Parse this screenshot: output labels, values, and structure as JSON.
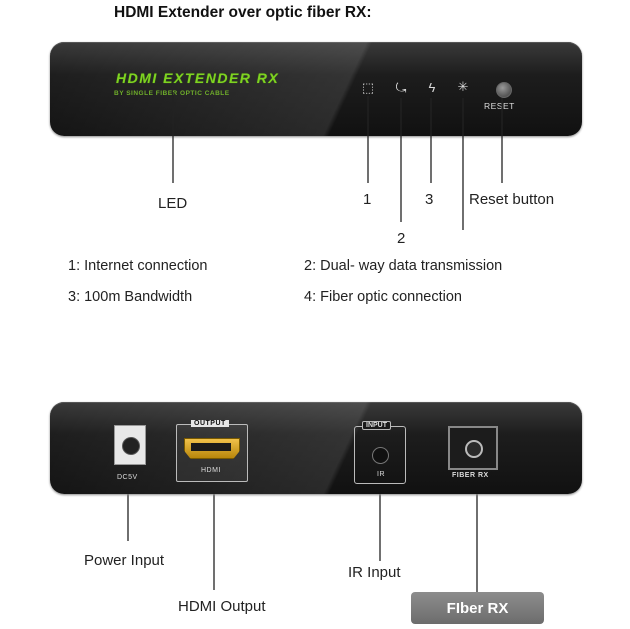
{
  "title": "HDMI Extender over optic fiber RX:",
  "front_panel": {
    "logo_main": "HDMI EXTENDER RX",
    "logo_sub": "BY SINGLE FIBER OPTIC CABLE",
    "reset_text": "RESET",
    "indicators": [
      {
        "icon": "network-icon",
        "glyph": "⬚"
      },
      {
        "icon": "data-transfer-icon",
        "glyph": "⤿"
      },
      {
        "icon": "lightning-icon",
        "glyph": "ϟ"
      },
      {
        "icon": "star-icon",
        "glyph": "✳"
      }
    ]
  },
  "front_labels": {
    "led": "LED",
    "n1": "1",
    "n2": "2",
    "n3": "3",
    "reset_button": "Reset button"
  },
  "legend": {
    "item1": "1: Internet connection",
    "item2": "2: Dual- way data transmission",
    "item3": "3: 100m Bandwidth",
    "item4": "4: Fiber optic connection"
  },
  "back_panel": {
    "dc_label": "DC5V",
    "hdmi_tag": "OUTPUT",
    "hdmi_label": "HDMI",
    "input_tag": "INPUT",
    "ir_label": "IR",
    "fiber_label": "FIBER RX"
  },
  "back_labels": {
    "power_input": "Power Input",
    "hdmi_output": "HDMI Output",
    "ir_input": "IR Input",
    "fiber_rx": "FIber RX"
  },
  "colors": {
    "logo_green": "#7ed321",
    "hdmi_gold": "#d4a017",
    "badge_gray": "#7a7a7a"
  }
}
